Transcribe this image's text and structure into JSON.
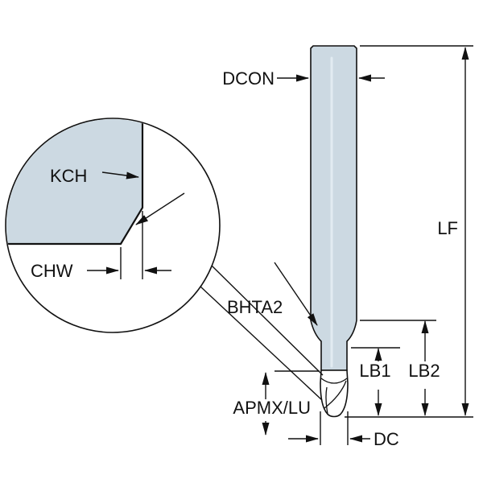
{
  "diagram": {
    "title": "end-mill-dimension-drawing",
    "labels": {
      "dcon": "DCON",
      "lf": "LF",
      "kch": "KCH",
      "chw": "CHW",
      "bhta2": "BHTA2",
      "lb1": "LB1",
      "lb2": "LB2",
      "apmx_lu": "APMX/LU",
      "dc": "DC"
    },
    "colors": {
      "tool_fill": "#ccd9e2",
      "line": "#111111",
      "background": "#ffffff"
    }
  }
}
